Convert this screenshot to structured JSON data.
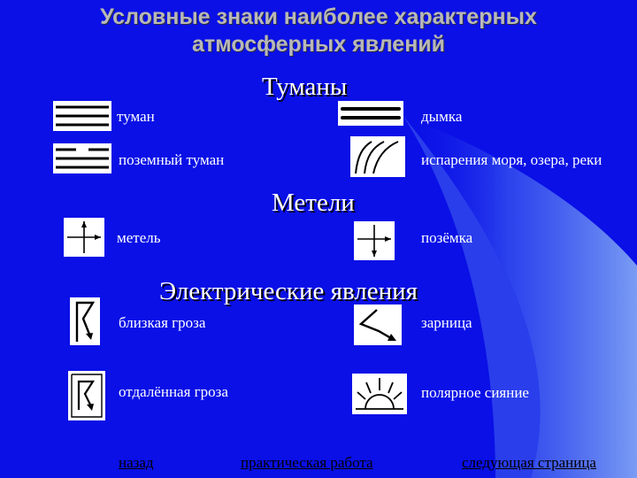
{
  "title": {
    "line1": "Условные знаки наиболее характерных",
    "line2": "атмосферных явлений"
  },
  "sections": {
    "fog": {
      "heading": "Туманы",
      "items": [
        {
          "label": "туман",
          "icon": "fog-icon"
        },
        {
          "label": "дымка",
          "icon": "haze-icon"
        },
        {
          "label": "поземный туман",
          "icon": "ground-fog-icon"
        },
        {
          "label": "испарения моря, озера, реки",
          "icon": "evaporation-icon"
        }
      ]
    },
    "blizzard": {
      "heading": "Метели",
      "items": [
        {
          "label": "метель",
          "icon": "blizzard-icon"
        },
        {
          "label": "позёмка",
          "icon": "drifting-snow-icon"
        }
      ]
    },
    "electric": {
      "heading": "Электрические явления",
      "items": [
        {
          "label": "близкая гроза",
          "icon": "near-thunderstorm-icon"
        },
        {
          "label": "зарница",
          "icon": "heat-lightning-icon"
        },
        {
          "label": "отдалённая гроза",
          "icon": "distant-thunderstorm-icon"
        },
        {
          "label": "полярное сияние",
          "icon": "aurora-icon"
        }
      ]
    }
  },
  "nav": {
    "back": "назад",
    "practical": "практическая работа",
    "next": "следующая страница"
  },
  "colors": {
    "background": "#0a10e6",
    "title_text": "#b8b8b8",
    "text": "#ffffff",
    "link": "#000000"
  }
}
